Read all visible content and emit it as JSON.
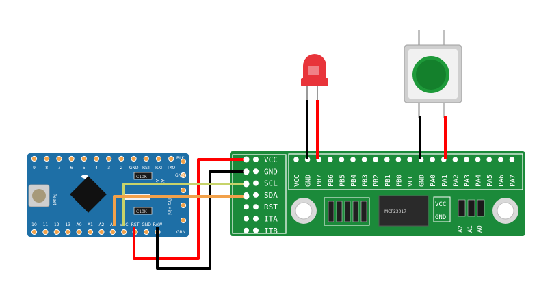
{
  "colors": {
    "wire_red": "#ff0000",
    "wire_black": "#000000",
    "wire_green": "#c7d36a",
    "wire_orange": "#f2a14a",
    "arduino_pcb": "#1e6fa6",
    "expander_pcb": "#1b8a3a",
    "led_red": "#e8343a",
    "button_green": "#1e9a3a"
  },
  "arduino": {
    "top_pins": [
      "9",
      "8",
      "7",
      "6",
      "5",
      "4",
      "3",
      "2",
      "GND",
      "RST",
      "RXI",
      "TXO"
    ],
    "bottom_pins": [
      "10",
      "11",
      "12",
      "13",
      "A0",
      "A1",
      "A2",
      "A3",
      "VCC",
      "RST",
      "GND",
      "RAW"
    ],
    "side_labels": [
      "BLK",
      "GND",
      "GRN"
    ],
    "reset_label": "Reset",
    "chip_labels": [
      "A4",
      "A5"
    ],
    "resistor_label": "C10K",
    "model_text": "Pro Mini"
  },
  "expander": {
    "left_pins": [
      "VCC",
      "GND",
      "SCL",
      "SDA",
      "RST",
      "ITA",
      "ITB"
    ],
    "top_pins": [
      "VCC",
      "GND",
      "PB7",
      "PB6",
      "PB5",
      "PB4",
      "PB3",
      "PB2",
      "PB1",
      "PB0",
      "VCC",
      "GND",
      "PA0",
      "PA1",
      "PA2",
      "PA3",
      "PA4",
      "PA5",
      "PA6",
      "PA7"
    ],
    "right_labels": [
      "VCC",
      "GND"
    ],
    "addr_labels": [
      "A2",
      "A1",
      "A0"
    ],
    "chip_text": "MCP23017"
  }
}
